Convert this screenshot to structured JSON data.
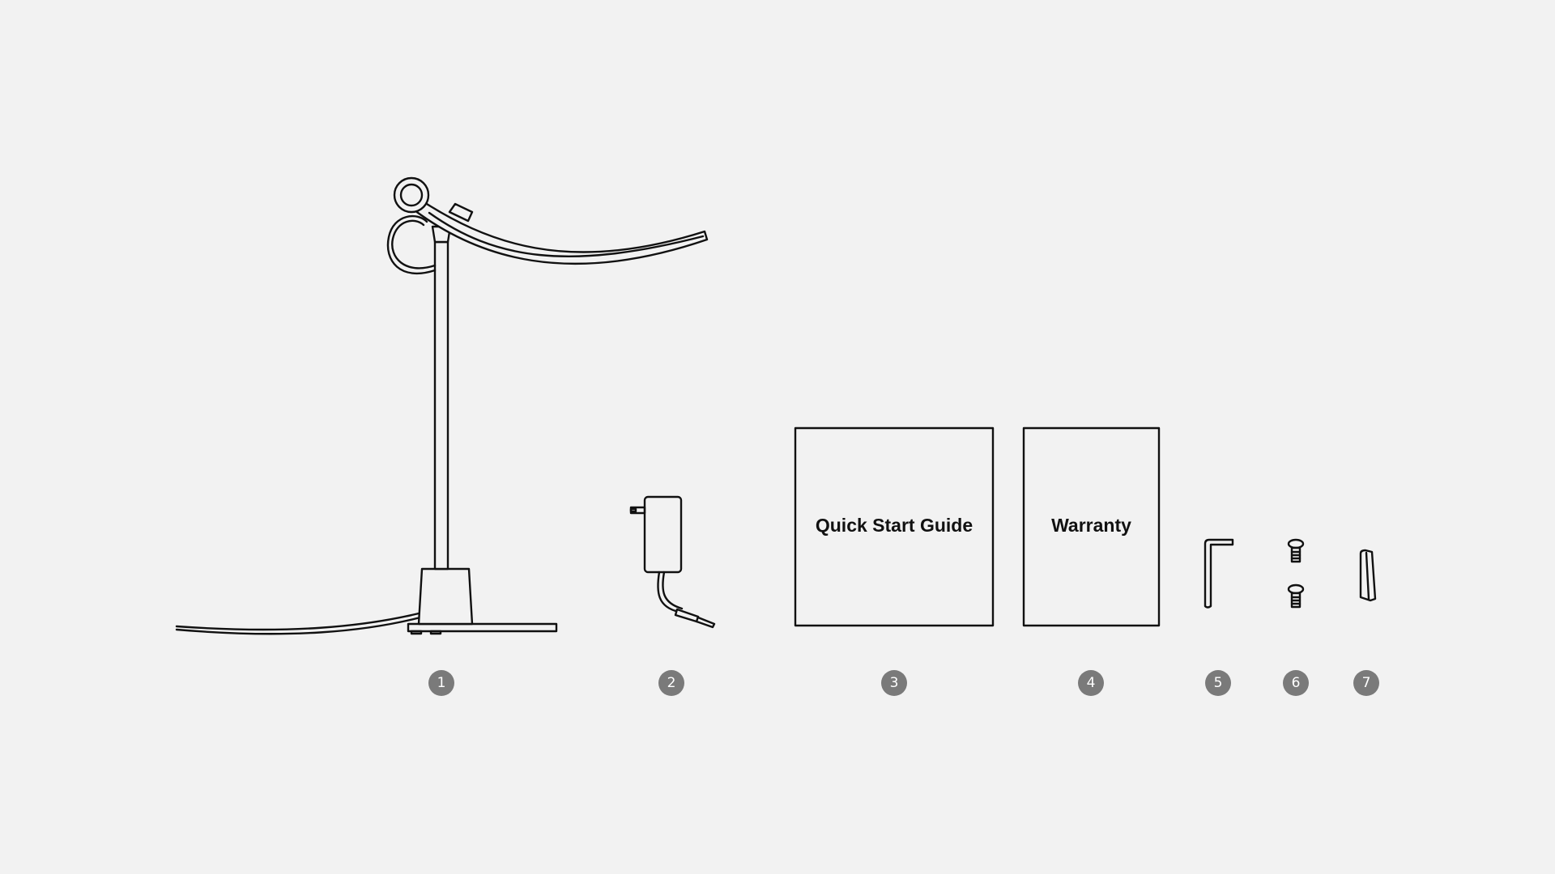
{
  "colors": {
    "background": "#f2f2f2",
    "line": "#111111",
    "badge": "#7a7a7a",
    "badge_text": "#ffffff"
  },
  "items": [
    {
      "number": "1",
      "icon": "desk-lamp-icon"
    },
    {
      "number": "2",
      "icon": "power-adapter-icon"
    },
    {
      "number": "3",
      "icon": "booklet-icon",
      "label": "Quick Start Guide"
    },
    {
      "number": "4",
      "icon": "booklet-icon",
      "label": "Warranty"
    },
    {
      "number": "5",
      "icon": "allen-key-icon"
    },
    {
      "number": "6",
      "icon": "screw-icon"
    },
    {
      "number": "7",
      "icon": "clip-icon"
    }
  ]
}
